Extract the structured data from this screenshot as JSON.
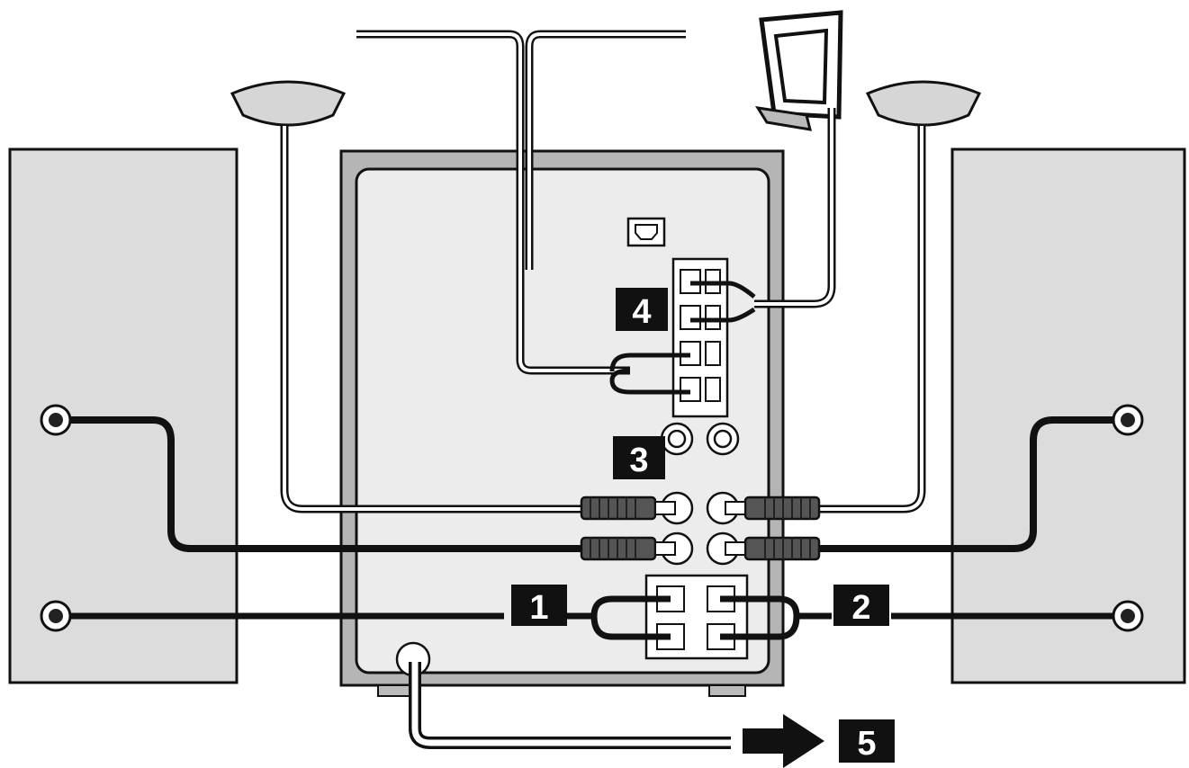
{
  "steps": [
    {
      "id": "1",
      "label": "1",
      "meaning": "left-speaker-wire-to-unit"
    },
    {
      "id": "2",
      "label": "2",
      "meaning": "right-speaker-wire-to-unit"
    },
    {
      "id": "3",
      "label": "3",
      "meaning": "rca-cable-connections"
    },
    {
      "id": "4",
      "label": "4",
      "meaning": "antenna-connections"
    },
    {
      "id": "5",
      "label": "5",
      "meaning": "power-cord-to-outlet"
    }
  ],
  "colors": {
    "ink": "#111111",
    "panel": "#ececec",
    "speaker": "#dcdcdc",
    "frame": "#b5b5b5",
    "plug_grey": "#6a6a6a",
    "badge": "#111111"
  }
}
